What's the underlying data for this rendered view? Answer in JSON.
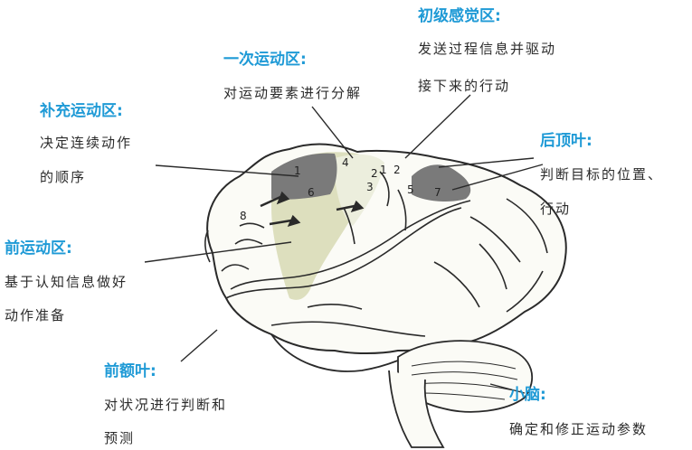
{
  "regions": {
    "primary_sensory": {
      "title": "初级感觉区:",
      "lines": [
        "发送过程信息并驱动",
        "接下来的行动"
      ]
    },
    "primary_motor": {
      "title": "一次运动区:",
      "lines": [
        "对运动要素进行分解"
      ]
    },
    "supplementary_motor": {
      "title": "补充运动区:",
      "lines": [
        "决定连续动作",
        "的顺序"
      ]
    },
    "posterior_parietal": {
      "title": "后顶叶:",
      "lines": [
        "判断目标的位置、",
        "行动"
      ]
    },
    "premotor": {
      "title": "前运动区:",
      "lines": [
        "基于认知信息做好",
        "动作准备"
      ]
    },
    "prefrontal": {
      "title": "前额叶:",
      "lines": [
        "对状况进行判断和",
        "预测"
      ]
    },
    "cerebellum": {
      "title": "小脑:",
      "lines": [
        "确定和修正运动参数"
      ]
    }
  },
  "area_numbers": [
    "1",
    "2",
    "3",
    "4",
    "5",
    "6",
    "7",
    "8",
    "1",
    "2"
  ],
  "colors": {
    "label": "#1f9ad6",
    "text": "#2b2b2b",
    "dark_region": "#7a7a7a",
    "light_region": "#d9dcb8",
    "outline": "#2a2a2a"
  }
}
